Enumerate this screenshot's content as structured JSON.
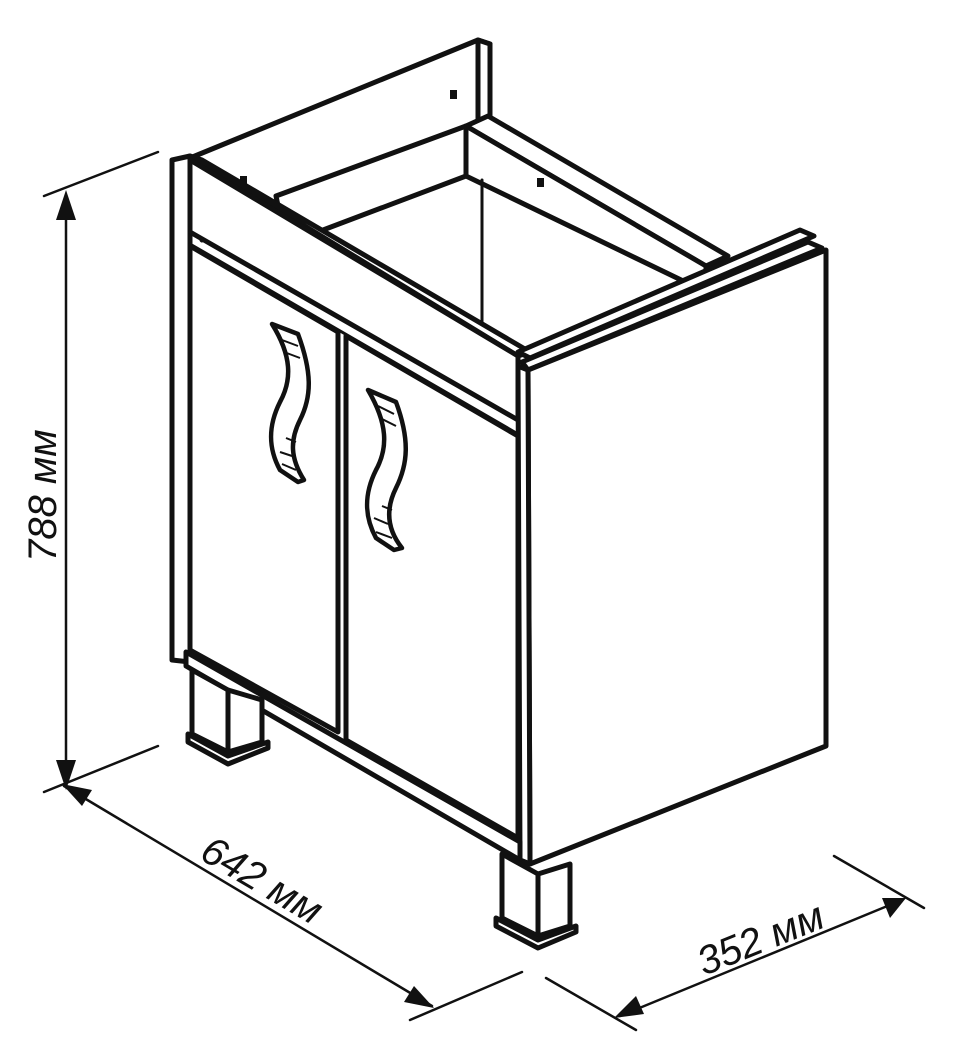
{
  "dimensions": {
    "height_label": "788 мм",
    "width_label": "642 мм",
    "depth_label": "352 мм"
  }
}
